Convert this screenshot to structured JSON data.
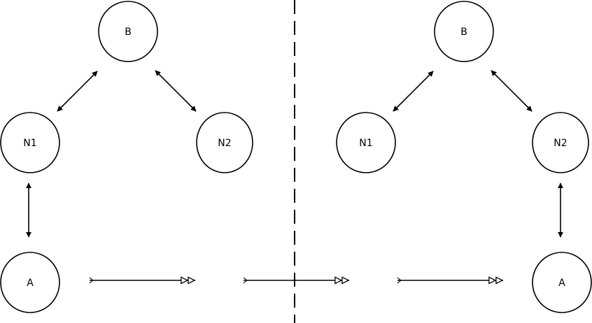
{
  "diagram": {
    "left_panel": {
      "nodes": {
        "b": "B",
        "n1": "N1",
        "n2": "N2",
        "a": "A"
      },
      "edges": [
        {
          "from": "B",
          "to": "N1",
          "style": "bidirectional"
        },
        {
          "from": "B",
          "to": "N2",
          "style": "bidirectional"
        },
        {
          "from": "N1",
          "to": "A",
          "style": "bidirectional"
        }
      ]
    },
    "right_panel": {
      "nodes": {
        "b": "B",
        "n1": "N1",
        "n2": "N2",
        "a": "A"
      },
      "edges": [
        {
          "from": "B",
          "to": "N1",
          "style": "bidirectional"
        },
        {
          "from": "B",
          "to": "N2",
          "style": "bidirectional"
        },
        {
          "from": "N2",
          "to": "A",
          "style": "bidirectional"
        }
      ]
    },
    "transition_arrows": {
      "count": 3,
      "style": "tail-fork-to-double-open-triangle"
    },
    "divider_style": "dashed-vertical"
  },
  "colors": {
    "background": "#ffffff",
    "stroke": "#000000"
  }
}
